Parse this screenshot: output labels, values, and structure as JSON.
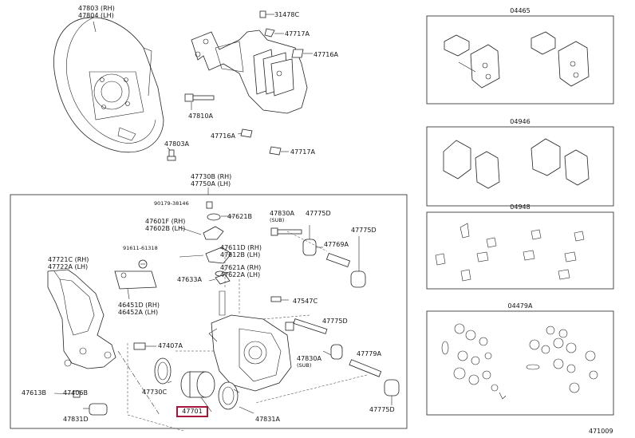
{
  "parts": {
    "p47803": [
      "47803 (RH)",
      "47804 (LH)"
    ],
    "p31478": "31478C",
    "p47717a_top": "47717A",
    "p47716a_top": "47716A",
    "p47810": "47810A",
    "p47716a_bot": "47716A",
    "p47717a_bot": "47717A",
    "p47603": "47803A",
    "p47730": [
      "47730B (RH)",
      "47750A (LH)"
    ],
    "p90179": "90179-38146",
    "p47621b": "47621B",
    "p47601": [
      "47601F (RH)",
      "47602B (LH)"
    ],
    "p90119": "91611-61318",
    "p47611": [
      "47611D (RH)",
      "47612B (LH)"
    ],
    "p47721": [
      "47721C (RH)",
      "47722A (LH)"
    ],
    "p47621a": [
      "47621A (RH)",
      "47622A (LH)"
    ],
    "p47633": "47633A",
    "p46451": [
      "46451D (RH)",
      "46452A (LH)"
    ],
    "p47830_top": [
      "47830A",
      "(SUB)"
    ],
    "p47775_top1": "47775D",
    "p47769": "47769A",
    "p47775_top2": "47775D",
    "p47547": "47547C",
    "p47775_mid": "47775D",
    "p47407": "47407A",
    "p47730c": "47730C",
    "p47830_mid": [
      "47830A",
      "(SUB)"
    ],
    "p47779": "47779A",
    "p47613": "47613B",
    "p47406": "47406B",
    "p47701": "47701",
    "p47831_left": "47831D",
    "p47831_right": "47831A",
    "p47775_bot": "47775D"
  },
  "kits": [
    {
      "label": "04465"
    },
    {
      "label": "04946"
    },
    {
      "label": "04948"
    },
    {
      "label": "04479A"
    }
  ],
  "figure_number": "471009",
  "highlight_color": "#a3163a"
}
